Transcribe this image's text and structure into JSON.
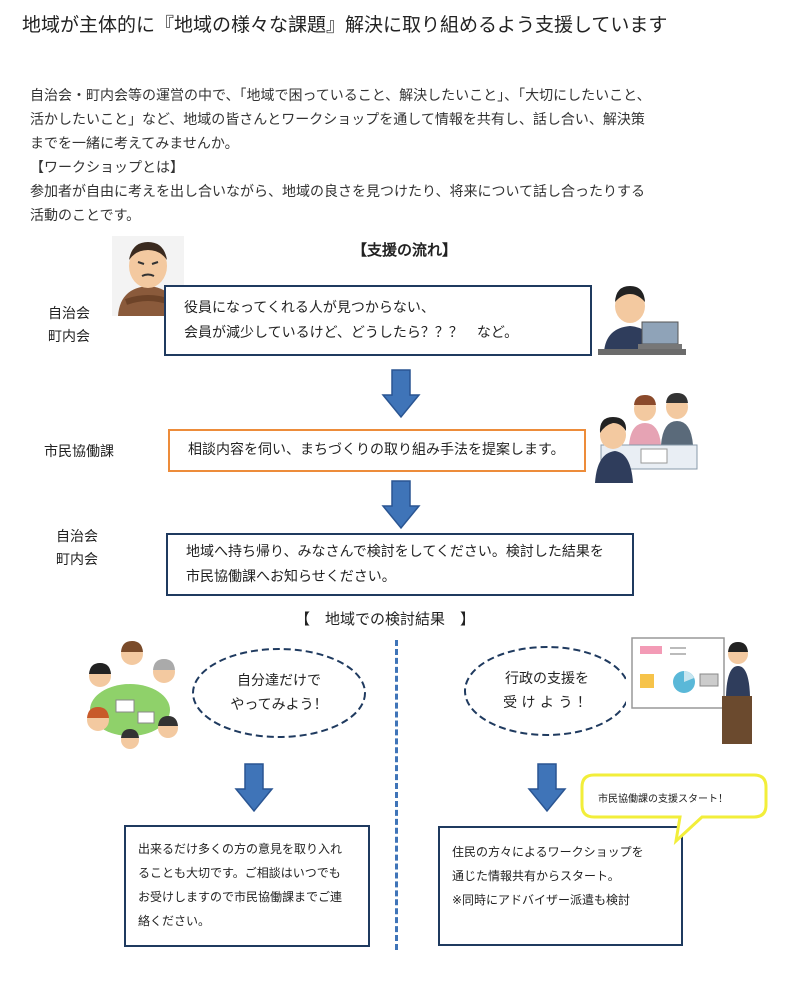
{
  "title": "地域が主体的に『地域の様々な課題』解決に取り組めるよう支援しています",
  "intro": [
    "自治会・町内会等の運営の中で、「地域で困っていること、解決したいこと」、「大切にしたいこと、",
    "活かしたいこと」など、地域の皆さんとワークショップを通して情報を共有し、話し合い、解決策",
    "までを一緒に考えてみませんか。",
    "【ワークショップとは】",
    "参加者が自由に考えを出し合いながら、地域の良さを見つけたり、将来について話し合ったりする",
    "活動のことです。"
  ],
  "flow": {
    "heading": "【支援の流れ】",
    "step1": {
      "label_lines": [
        "自治会",
        "町内会"
      ],
      "lines": [
        "役員になってくれる人が見つからない、",
        "会員が減少しているけど、どうしたら？？？　など。"
      ]
    },
    "step2": {
      "label": "市民協働課",
      "text": "相談内容を伺い、まちづくりの取り組み手法を提案します。"
    },
    "step3": {
      "label_lines": [
        "自治会",
        "町内会"
      ],
      "lines": [
        "地域へ持ち帰り、みなさんで検討をしてください。検討した結果を",
        "市民協働課へお知らせください。"
      ]
    }
  },
  "results": {
    "heading": "【　地域での検討結果　】",
    "left": {
      "bubble_lines": [
        "自分達だけで",
        "やってみよう！"
      ],
      "box_lines": [
        "出来るだけ多くの方の意見を取り入れ",
        "ることも大切です。ご相談はいつでも",
        "お受けしますので市民協働課までご連",
        "絡ください。"
      ]
    },
    "right": {
      "bubble_lines": [
        "行政の支援を",
        "受 け よ う ！"
      ],
      "box_lines": [
        "住民の方々によるワークショップを",
        "通じた情報共有からスタート。",
        "※同時にアドバイザー派遣も検討"
      ],
      "callout": "市民協働課の支援スタート！"
    }
  },
  "colors": {
    "navy": "#1f3a5f",
    "orange": "#ed8c3a",
    "arrow_blue": "#3f74b8",
    "callout_yellow": "#f2ee3a"
  }
}
